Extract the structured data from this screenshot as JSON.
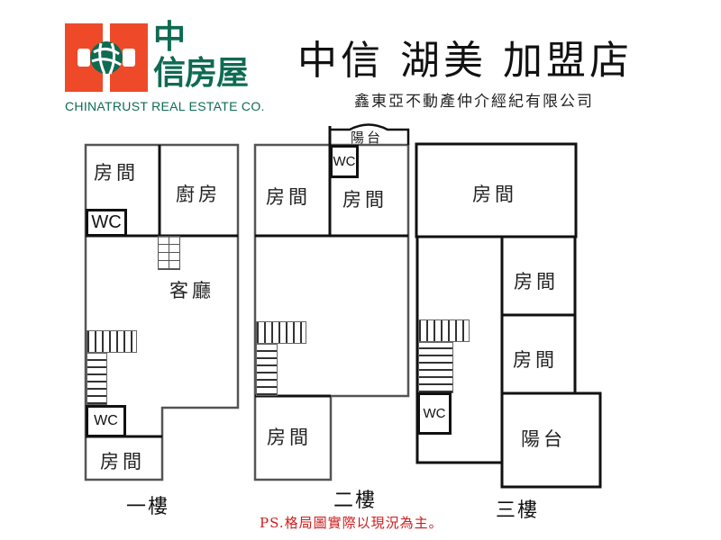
{
  "logo": {
    "brand_cn_line1": "中",
    "brand_cn_line2": "信房屋",
    "brand_en": "CHINATRUST REAL ESTATE CO.",
    "icon": "globe-logo-icon",
    "colors": {
      "red": "#ee4a2a",
      "green": "#0e6b52"
    }
  },
  "header": {
    "store_title": "中信 湖美 加盟店",
    "company_name": "鑫東亞不動產仲介經紀有限公司"
  },
  "floors": [
    {
      "label": "一樓",
      "rooms": [
        {
          "name": "bedroom",
          "label": "房間"
        },
        {
          "name": "kitchen",
          "label": "廚房"
        },
        {
          "name": "wc-upper",
          "label": "WC"
        },
        {
          "name": "living-room",
          "label": "客廳"
        },
        {
          "name": "wc-lower",
          "label": "WC"
        },
        {
          "name": "bedroom-lower",
          "label": "房間"
        }
      ]
    },
    {
      "label": "二樓",
      "rooms": [
        {
          "name": "balcony",
          "label": "陽台"
        },
        {
          "name": "wc",
          "label": "WC"
        },
        {
          "name": "bedroom-left",
          "label": "房間"
        },
        {
          "name": "bedroom-right",
          "label": "房間"
        },
        {
          "name": "bedroom-lower",
          "label": "房間"
        }
      ]
    },
    {
      "label": "三樓",
      "rooms": [
        {
          "name": "bedroom-top",
          "label": "房間"
        },
        {
          "name": "bedroom-mid",
          "label": "房間"
        },
        {
          "name": "bedroom-low",
          "label": "房間"
        },
        {
          "name": "wc",
          "label": "WC"
        },
        {
          "name": "balcony",
          "label": "陽台"
        }
      ]
    }
  ],
  "note": "PS.格局圖實際以現況為主。"
}
